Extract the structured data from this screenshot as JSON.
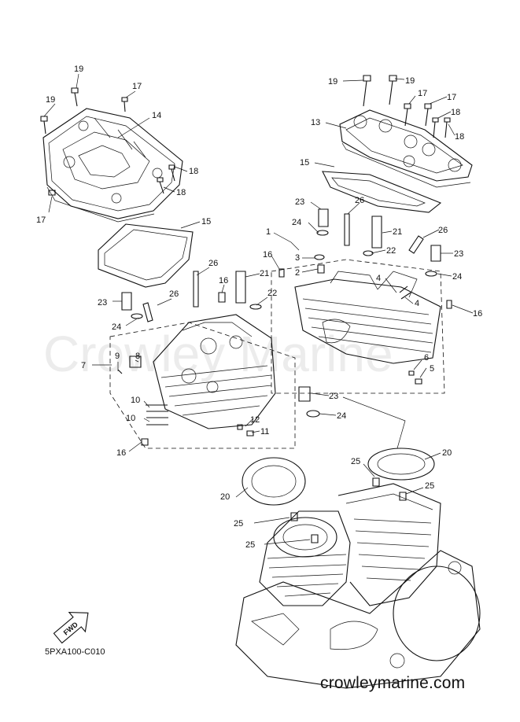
{
  "diagram": {
    "watermark": "Crowley Marine",
    "diagram_code": "5PXA100-C010",
    "site": "crowleymarine.com",
    "fwd_arrow": "FWD",
    "callouts": [
      {
        "id": "c19a",
        "text": "19"
      },
      {
        "id": "c17a",
        "text": "17"
      },
      {
        "id": "c19b",
        "text": "19"
      },
      {
        "id": "c14",
        "text": "14"
      },
      {
        "id": "c18a",
        "text": "18"
      },
      {
        "id": "c18b",
        "text": "18"
      },
      {
        "id": "c17b",
        "text": "17"
      },
      {
        "id": "c15a",
        "text": "15"
      },
      {
        "id": "c26a",
        "text": "26"
      },
      {
        "id": "c16a",
        "text": "16"
      },
      {
        "id": "c21a",
        "text": "21"
      },
      {
        "id": "c23a",
        "text": "23"
      },
      {
        "id": "c26b",
        "text": "26"
      },
      {
        "id": "c22a",
        "text": "22"
      },
      {
        "id": "c24a",
        "text": "24"
      },
      {
        "id": "c7",
        "text": "7"
      },
      {
        "id": "c9",
        "text": "9"
      },
      {
        "id": "c8",
        "text": "8"
      },
      {
        "id": "c10a",
        "text": "10"
      },
      {
        "id": "c10b",
        "text": "10"
      },
      {
        "id": "c12",
        "text": "12"
      },
      {
        "id": "c11",
        "text": "11"
      },
      {
        "id": "c16b",
        "text": "16"
      },
      {
        "id": "c23b",
        "text": "23"
      },
      {
        "id": "c24b",
        "text": "24"
      },
      {
        "id": "c19c",
        "text": "19"
      },
      {
        "id": "c19d",
        "text": "19"
      },
      {
        "id": "c17c",
        "text": "17"
      },
      {
        "id": "c17d",
        "text": "17"
      },
      {
        "id": "c13",
        "text": "13"
      },
      {
        "id": "c18c",
        "text": "18"
      },
      {
        "id": "c18d",
        "text": "18"
      },
      {
        "id": "c15b",
        "text": "15"
      },
      {
        "id": "c23c",
        "text": "23"
      },
      {
        "id": "c26c",
        "text": "26"
      },
      {
        "id": "c24c",
        "text": "24"
      },
      {
        "id": "c21b",
        "text": "21"
      },
      {
        "id": "c1",
        "text": "1"
      },
      {
        "id": "c3",
        "text": "3"
      },
      {
        "id": "c16c",
        "text": "16"
      },
      {
        "id": "c2",
        "text": "2"
      },
      {
        "id": "c22b",
        "text": "22"
      },
      {
        "id": "c26d",
        "text": "26"
      },
      {
        "id": "c23d",
        "text": "23"
      },
      {
        "id": "c24d",
        "text": "24"
      },
      {
        "id": "c4a",
        "text": "4"
      },
      {
        "id": "c4b",
        "text": "4"
      },
      {
        "id": "c16d",
        "text": "16"
      },
      {
        "id": "c6",
        "text": "6"
      },
      {
        "id": "c5",
        "text": "5"
      },
      {
        "id": "c20a",
        "text": "20"
      },
      {
        "id": "c25a",
        "text": "25"
      },
      {
        "id": "c25b",
        "text": "25"
      },
      {
        "id": "c20b",
        "text": "20"
      },
      {
        "id": "c25c",
        "text": "25"
      },
      {
        "id": "c25d",
        "text": "25"
      }
    ]
  }
}
